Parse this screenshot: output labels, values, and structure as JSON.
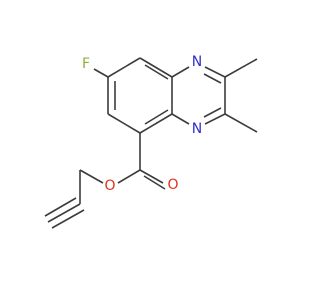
{
  "molecule": {
    "atom_labels": {
      "fluorine": "F",
      "nitrogen_top": "N",
      "nitrogen_bottom": "N",
      "oxygen_carbonyl": "O",
      "oxygen_ester": "O"
    },
    "colors": {
      "bond": "#3c3c3c",
      "fluorine": "#8db33a",
      "nitrogen": "#2f2fcf",
      "oxygen": "#e0301e"
    }
  }
}
